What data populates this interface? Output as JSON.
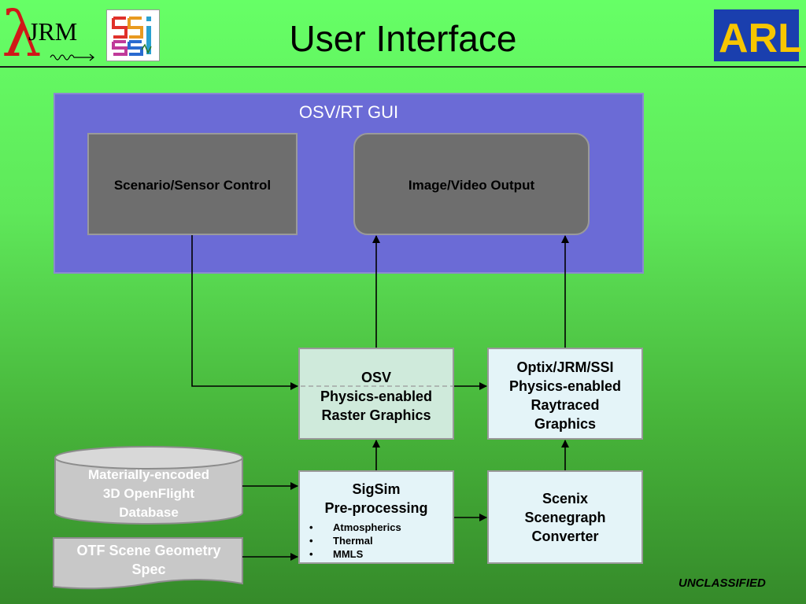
{
  "header": {
    "title": "User Interface",
    "jrm_logo_text": "JRM",
    "arl_logo_text": "ARL"
  },
  "diagram": {
    "gui_container": "OSV/RT GUI",
    "scenario_control": "Scenario/Sensor Control",
    "image_output": "Image/Video Output",
    "osv": {
      "line1": "OSV",
      "line2": "Physics-enabled",
      "line3": "Raster Graphics"
    },
    "optix": {
      "line1": "Optix/JRM/SSI",
      "line2": "Physics-enabled",
      "line3": "Raytraced",
      "line4": "Graphics"
    },
    "sigsim": {
      "line1": "SigSim",
      "line2": "Pre-processing",
      "bullets": [
        "Atmospherics",
        "Thermal",
        "MMLS"
      ]
    },
    "scenix": {
      "line1": "Scenix",
      "line2": "Scenegraph",
      "line3": "Converter"
    },
    "database": {
      "line1": "Materially-encoded",
      "line2": "3D OpenFlight",
      "line3": "Database"
    },
    "otf": {
      "line1": "OTF Scene Geometry",
      "line2": "Spec"
    }
  },
  "footer": {
    "classification": "UNCLASSIFIED"
  },
  "colors": {
    "gui_container": "#6b6bd6",
    "dark_box": "#6e6e6e",
    "osv_box": "#cfeadb",
    "light_box": "#e4f4f8",
    "database": "#c8c8c8",
    "jrm_red": "#d01818",
    "arl_blue": "#1a3fae",
    "arl_yellow": "#f7c600"
  }
}
